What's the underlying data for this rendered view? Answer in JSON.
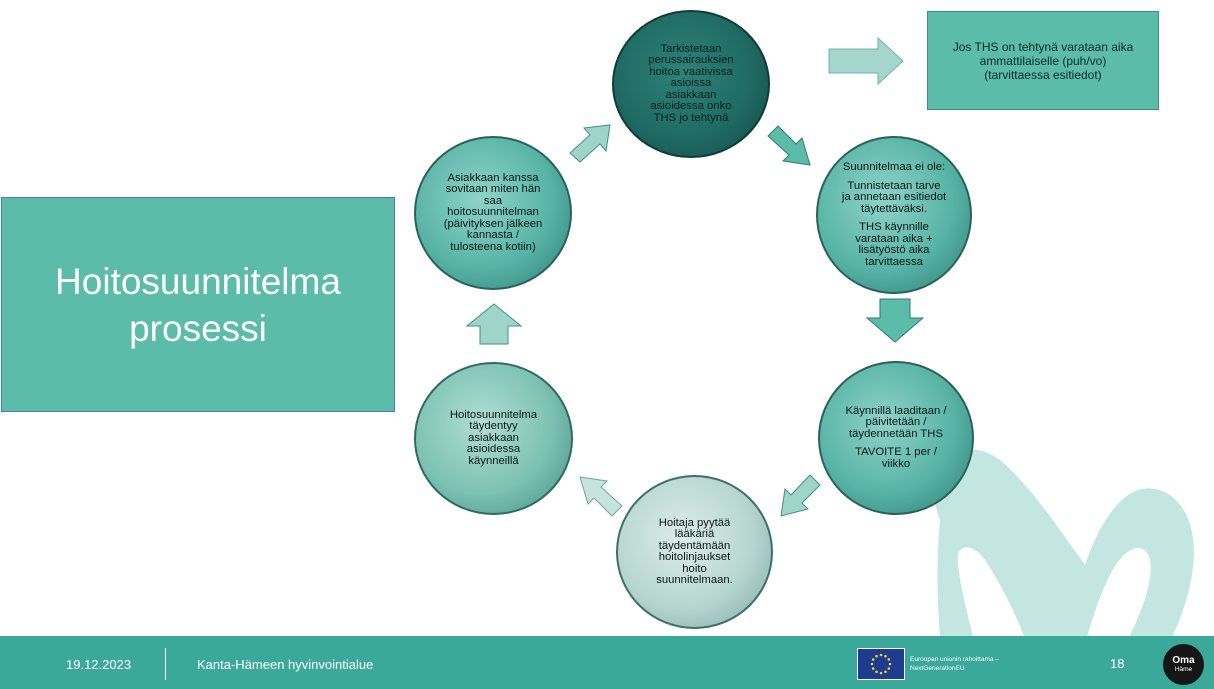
{
  "title": {
    "line1": "Hoitosuunnitelma",
    "line2": "prosessi"
  },
  "note": {
    "line1": "Jos THS on tehtynä varataan aika",
    "line2": "ammattilaiselle (puh/vo)",
    "line3": "(tarvittaessa esitiedot)"
  },
  "steps": {
    "top": [
      "Tarkistetaan",
      "perussairauksien",
      "hoitoa vaativissa",
      "asioissa",
      "asiakkaan",
      "asioidessa onko",
      "THS jo tehtynä"
    ],
    "right": {
      "heading": "Suunnitelmaa ei ole:",
      "para1": [
        "Tunnistetaan tarve",
        "ja annetaan esitiedot",
        "täytettäväksi."
      ],
      "para2": [
        "THS käynnille",
        "varataan aika +",
        "lisätyöstö aika",
        "tarvittaessa"
      ]
    },
    "right2": {
      "para1": [
        "Käynnillä laaditaan /",
        "päivitetään /",
        "täydennetään THS"
      ],
      "para2": [
        "TAVOITE 1 per /",
        "viikko"
      ]
    },
    "bottom": [
      "Hoitaja pyytää",
      "lääkäriä",
      "täydentämään",
      "hoitolinjaukset",
      "hoito",
      "suunnitelmaan."
    ],
    "left2": [
      "Hoitosuunnitelma",
      "täydentyy",
      "asiakkaan",
      "asioidessa",
      "käynneillä"
    ],
    "left": [
      "Asiakkaan kanssa",
      "sovitaan miten hän",
      "saa",
      "hoitosuunnitelman",
      "(päivityksen jälkeen",
      "kannasta /",
      "tulosteena kotiin)"
    ]
  },
  "footer": {
    "date": "19.12.2023",
    "org": "Kanta-Hämeen hyvinvointialue",
    "eu_line1": "Euroopan unionin rahoittama –",
    "eu_line2": "NextGenerationEU",
    "page": "18",
    "logo_line1": "Oma",
    "logo_line2": "Häme"
  },
  "colors": {
    "teal": "#5cbcaa",
    "dark_teal": "#1f6b64",
    "footer": "#3aa99a",
    "light_circle": "#b8d6d0",
    "heart": "#bfe3df"
  },
  "icons": [
    "arrow-right-icon",
    "arrow-down-icon",
    "arrow-up-icon",
    "eu-flag-icon",
    "oma-hame-logo",
    "heart-decoration"
  ]
}
